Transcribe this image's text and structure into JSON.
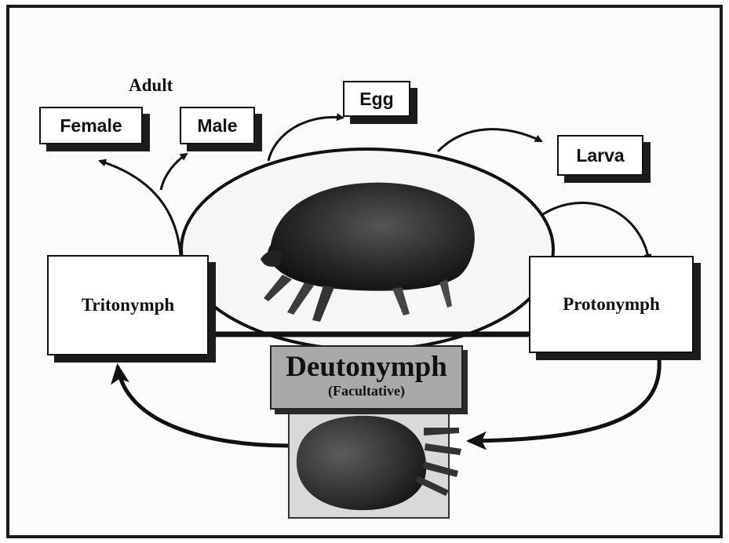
{
  "diagram": {
    "adult_label": "Adult",
    "female": "Female",
    "male": "Male",
    "egg": "Egg",
    "larva": "Larva",
    "tritonymph": "Tritonymph",
    "protonymph": "Protonymph",
    "deutonymph": "Deutonymph",
    "facultative": "(Facultative)",
    "images": {
      "adult_mite": "mite-photo-icon",
      "deutonymph_mite": "deutonymph-photo-icon"
    }
  }
}
